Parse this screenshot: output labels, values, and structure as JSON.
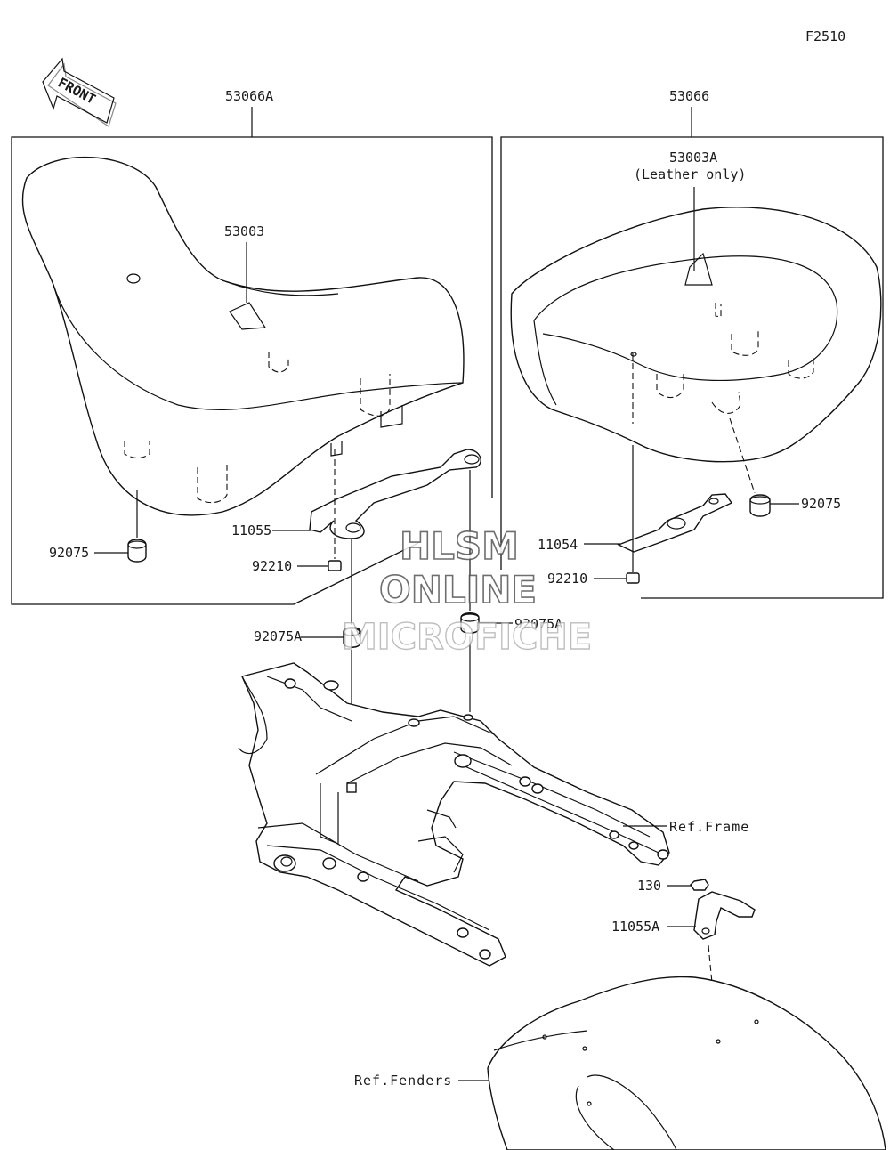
{
  "figure_code": "F2510",
  "front_label": "FRONT",
  "assemblies": {
    "left": "53066A",
    "right": "53066"
  },
  "parts": {
    "p53003": "53003",
    "p53003A": "53003A",
    "leather_note": "(Leather only)",
    "p92075_left": "92075",
    "p92075_right": "92075",
    "p11055": "11055",
    "p11054": "11054",
    "p92210_left": "92210",
    "p92210_right": "92210",
    "p92075A_left": "92075A",
    "p92075A_right": "92075A",
    "p130": "130",
    "p11055A": "11055A"
  },
  "references": {
    "frame": "Ref.Frame",
    "fenders": "Ref.Fenders"
  },
  "watermark": {
    "line1": "HLSM",
    "line2": "ONLINE",
    "line3": "MICROFICHE"
  }
}
